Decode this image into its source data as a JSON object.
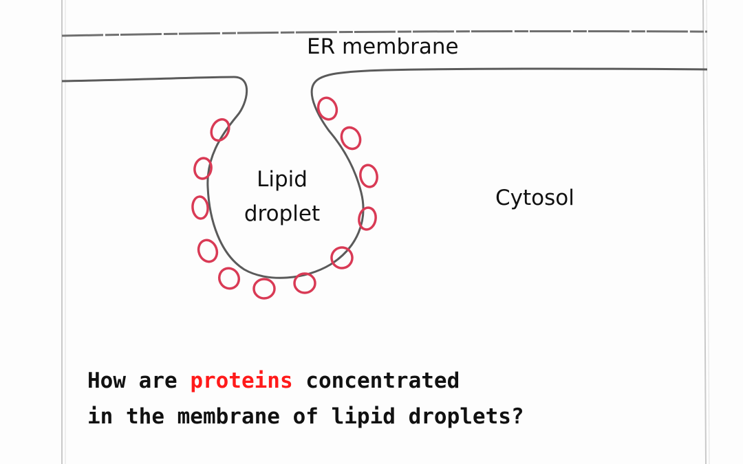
{
  "labels": {
    "er_membrane": "ER membrane",
    "lipid_droplet_line1": "Lipid",
    "lipid_droplet_line2": "droplet",
    "cytosol": "Cytosol"
  },
  "question": {
    "line1_prefix": "How are ",
    "line1_highlight": "proteins",
    "line1_suffix": " concentrated",
    "line2": "in the membrane of lipid droplets?"
  },
  "colors": {
    "membrane": "#555555",
    "protein": "#d93a55",
    "highlight": "#ff1a1a",
    "frame": "#c9c9c9"
  }
}
